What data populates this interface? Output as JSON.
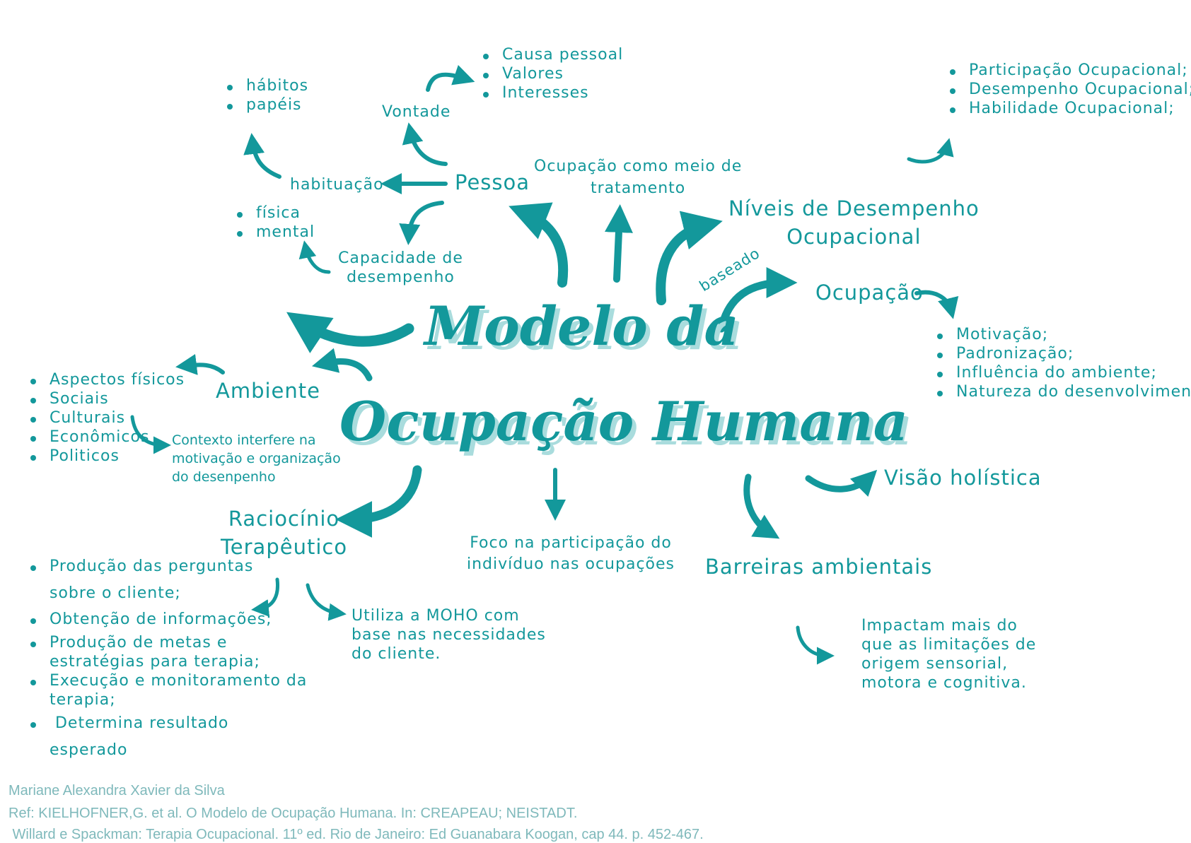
{
  "title": {
    "line1": "Modelo da",
    "line2": "Ocupação Humana"
  },
  "pessoa": {
    "label": "Pessoa",
    "vontade": {
      "label": "Vontade",
      "items": [
        "Causa pessoal",
        "Valores",
        "Interesses"
      ]
    },
    "habituacao": {
      "label": "habituação",
      "items": [
        "hábitos",
        "papéis"
      ]
    },
    "capacidade": {
      "line1": "Capacidade de",
      "line2": "desempenho",
      "items": [
        "física",
        "mental"
      ]
    }
  },
  "ocupacao_meio": {
    "line1": "Ocupação como meio de",
    "line2": "tratamento"
  },
  "niveis": {
    "line1": "Níveis de Desempenho",
    "line2": "Ocupacional",
    "items": [
      "Participação Ocupacional;",
      "Desempenho Ocupacional;",
      "Habilidade Ocupacional;"
    ]
  },
  "baseado": "baseado",
  "ocupacao": {
    "label": "Ocupação",
    "items": [
      "Motivação;",
      "Padronização;",
      "Influência do ambiente;",
      "Natureza do desenvolvimento."
    ]
  },
  "ambiente": {
    "label": "Ambiente",
    "items": [
      "Aspectos físicos",
      "Sociais",
      "Culturais",
      "Econômicos",
      "Politicos"
    ],
    "contexto": [
      "Contexto interfere na",
      "motivação e organização",
      "do desenpenho"
    ]
  },
  "raciocinio": {
    "line1": "Raciocínio",
    "line2": "Terapêutico",
    "items": [
      [
        "Produção das perguntas",
        "sobre o cliente;"
      ],
      [
        "Obtenção de informações;"
      ],
      [
        "Produção de metas e",
        "estratégias para terapia;"
      ],
      [
        "Execução e monitoramento da",
        "terapia;"
      ],
      [
        " Determina resultado",
        "esperado"
      ]
    ],
    "moho": [
      "Utiliza a MOHO com",
      "base nas necessidades",
      "do cliente."
    ]
  },
  "foco": {
    "line1": "Foco na participação do",
    "line2": "indivíduo nas ocupações"
  },
  "visao": "Visão holística",
  "barreiras": {
    "label": "Barreiras ambientais",
    "impactam": [
      "Impactam mais do",
      "que as limitações de",
      "origem sensorial,",
      "motora e cognitiva."
    ]
  },
  "credits": [
    "Mariane Alexandra Xavier da Silva",
    "Ref: KIELHOFNER,G. et al. O Modelo de Ocupação Humana. In: CREAPEAU; NEISTADT.",
    " Willard e Spackman: Terapia Ocupacional. 11º ed. Rio de Janeiro: Ed Guanabara Koogan, cap 44. p. 452-467."
  ],
  "colors": {
    "teal": "#13989b",
    "title_shadow": "#a9dcdd",
    "credit": "#7fb9bb"
  }
}
